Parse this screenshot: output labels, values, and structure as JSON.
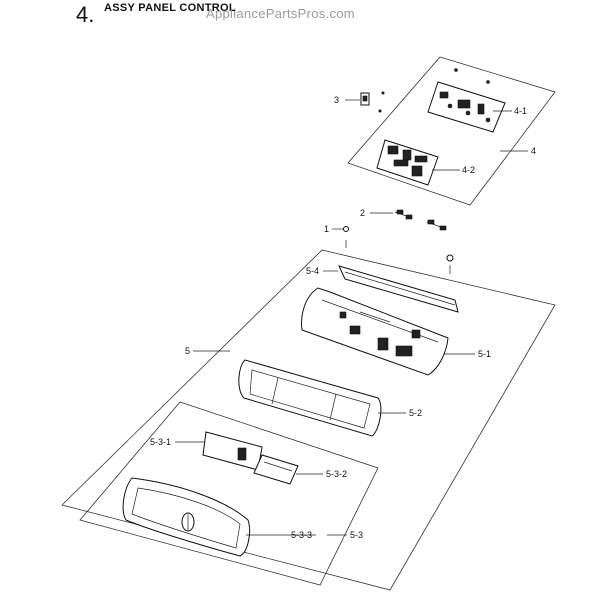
{
  "header": {
    "number": "4.",
    "title": "ASSY PANEL CONTROL",
    "watermark": "AppliancePartsPros.com"
  },
  "callouts": {
    "c1": "1",
    "c2": "2",
    "c3": "3",
    "c4": "4",
    "c4_1": "4-1",
    "c4_2": "4-2",
    "c5": "5",
    "c5_1": "5-1",
    "c5_2": "5-2",
    "c5_3": "5-3",
    "c5_3_1": "5-3-1",
    "c5_3_2": "5-3-2",
    "c5_3_3": "5-3-3",
    "c5_4": "5-4"
  }
}
